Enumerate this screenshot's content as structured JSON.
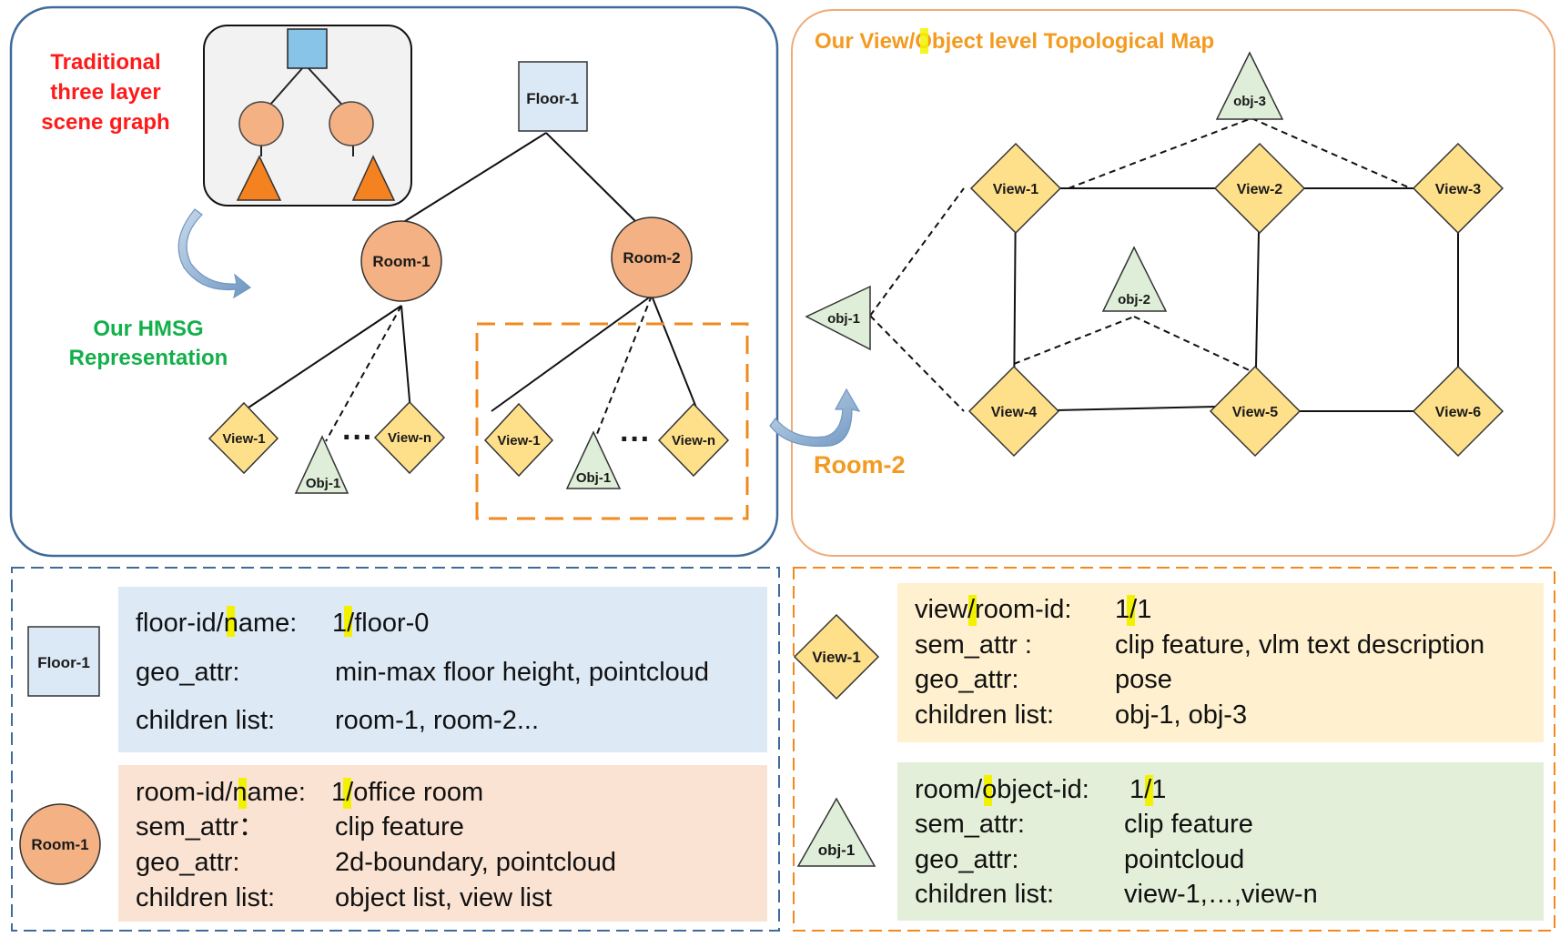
{
  "left_panel": {
    "traditional_caption": [
      "Traditional",
      "three layer",
      "scene graph"
    ],
    "hmsg_caption": [
      "Our HMSG",
      "Representation"
    ],
    "floor_label": "Floor-1",
    "rooms": [
      "Room-1",
      "Room-2"
    ],
    "room1_children": {
      "view_first": "View-1",
      "object": "Obj-1",
      "view_last": "View-n",
      "ellipsis": "···"
    },
    "room2_children": {
      "view_first": "View-1",
      "object": "Obj-1",
      "view_last": "View-n",
      "ellipsis": "···"
    }
  },
  "right_panel": {
    "title_parts": [
      "Our View",
      "/",
      "Object  level Topological Map"
    ],
    "room_label": "Room-2",
    "views": [
      "View-1",
      "View-2",
      "View-3",
      "View-4",
      "View-5",
      "View-6"
    ],
    "objects": [
      "obj-1",
      "obj-2",
      "obj-3"
    ]
  },
  "legend": {
    "floor": {
      "icon_label": "Floor-1",
      "row1": {
        "key_a": "floor-id",
        "key_sep": "/",
        "key_b": "name:",
        "val_a": "1",
        "val_sep": "/",
        "val_b": "floor-0"
      },
      "rows": [
        {
          "key": "geo_attr:",
          "value": "min-max floor height, pointcloud"
        },
        {
          "key": "children list:",
          "value": "room-1,  room-2..."
        }
      ]
    },
    "room": {
      "icon_label": "Room-1",
      "row1": {
        "key_a": "room-id",
        "key_sep": "/",
        "key_b": "name:",
        "val_a": "1",
        "val_sep": "/",
        "val_b": "office room"
      },
      "rows": [
        {
          "key": "sem_attr：",
          "value": "clip feature"
        },
        {
          "key": "geo_attr:",
          "value": "2d-boundary, pointcloud"
        },
        {
          "key": "children list:",
          "value": "object list, view  list"
        }
      ]
    },
    "view": {
      "icon_label": "View-1",
      "row1": {
        "key_a": "view",
        "key_sep": "/",
        "key_b": "room-id:",
        "val_a": "1",
        "val_sep": "/",
        "val_b": "1"
      },
      "rows": [
        {
          "key": "sem_attr :",
          "value": "clip feature, vlm text description"
        },
        {
          "key": "geo_attr:",
          "value": "pose"
        },
        {
          "key": "children list:",
          "value": "obj-1, obj-3"
        }
      ]
    },
    "object": {
      "icon_label": "obj-1",
      "row1": {
        "key_a": "room",
        "key_sep": "/",
        "key_b": "object-id:",
        "val_a": "1",
        "val_sep": "/",
        "val_b": "1"
      },
      "rows": [
        {
          "key": "sem_attr:",
          "value": "clip feature"
        },
        {
          "key": "geo_attr:",
          "value": "pointcloud"
        },
        {
          "key": "children list:",
          "value": " view-1,…,view-n"
        }
      ]
    }
  },
  "colors": {
    "left_border": "#3f6a9a",
    "right_border": "#f0aa7a",
    "orange_dash": "#f08a1e",
    "floor_fill": "#dbe8f5",
    "room_fill": "#f4b183",
    "view_fill": "#ffe08a",
    "object_fill": "#dfeed8",
    "trad_box": "#f2f2f2",
    "trad_square": "#88c4e8",
    "trad_triangle": "#f58220",
    "red_caption": "#ff1a1a",
    "green_caption": "#13b04a",
    "orange_title": "#f39a20",
    "floor_panel": "#dde9f5",
    "room_panel": "#fae3d3",
    "view_panel": "#fff1cf",
    "object_panel": "#e3efd8"
  }
}
